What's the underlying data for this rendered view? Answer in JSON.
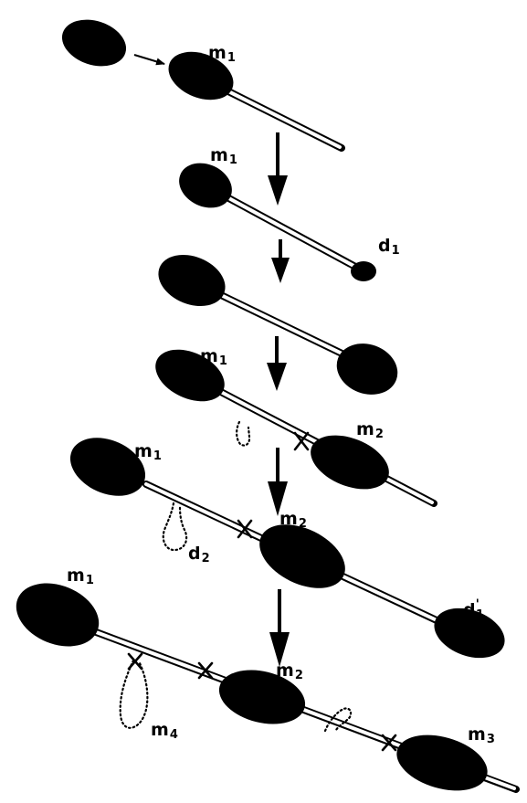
{
  "labels": {
    "stage1_m1": "m",
    "stage1_m1_sub": "1",
    "stage2_m1": "m",
    "stage2_m1_sub": "1",
    "stage2_d1": "d",
    "stage2_d1_sub": "1",
    "stage4_m1": "m",
    "stage4_m1_sub": "1",
    "stage4_m2": "m",
    "stage4_m2_sub": "2",
    "stage5_m1": "m",
    "stage5_m1_sub": "1",
    "stage5_m2": "m",
    "stage5_m2_sub": "2",
    "stage5_d2": "d",
    "stage5_d2_sub": "2",
    "stage5_d1p": "d",
    "stage5_d1p_sub": "1",
    "stage5_d1p_prime": "'",
    "stage6_m1": "m",
    "stage6_m1_sub": "1",
    "stage6_m2": "m",
    "stage6_m2_sub": "2",
    "stage6_m3": "m",
    "stage6_m3_sub": "3",
    "stage6_m4": "m",
    "stage6_m4_sub": "4"
  },
  "colors": {
    "ink": "#000000",
    "background": "#ffffff"
  }
}
